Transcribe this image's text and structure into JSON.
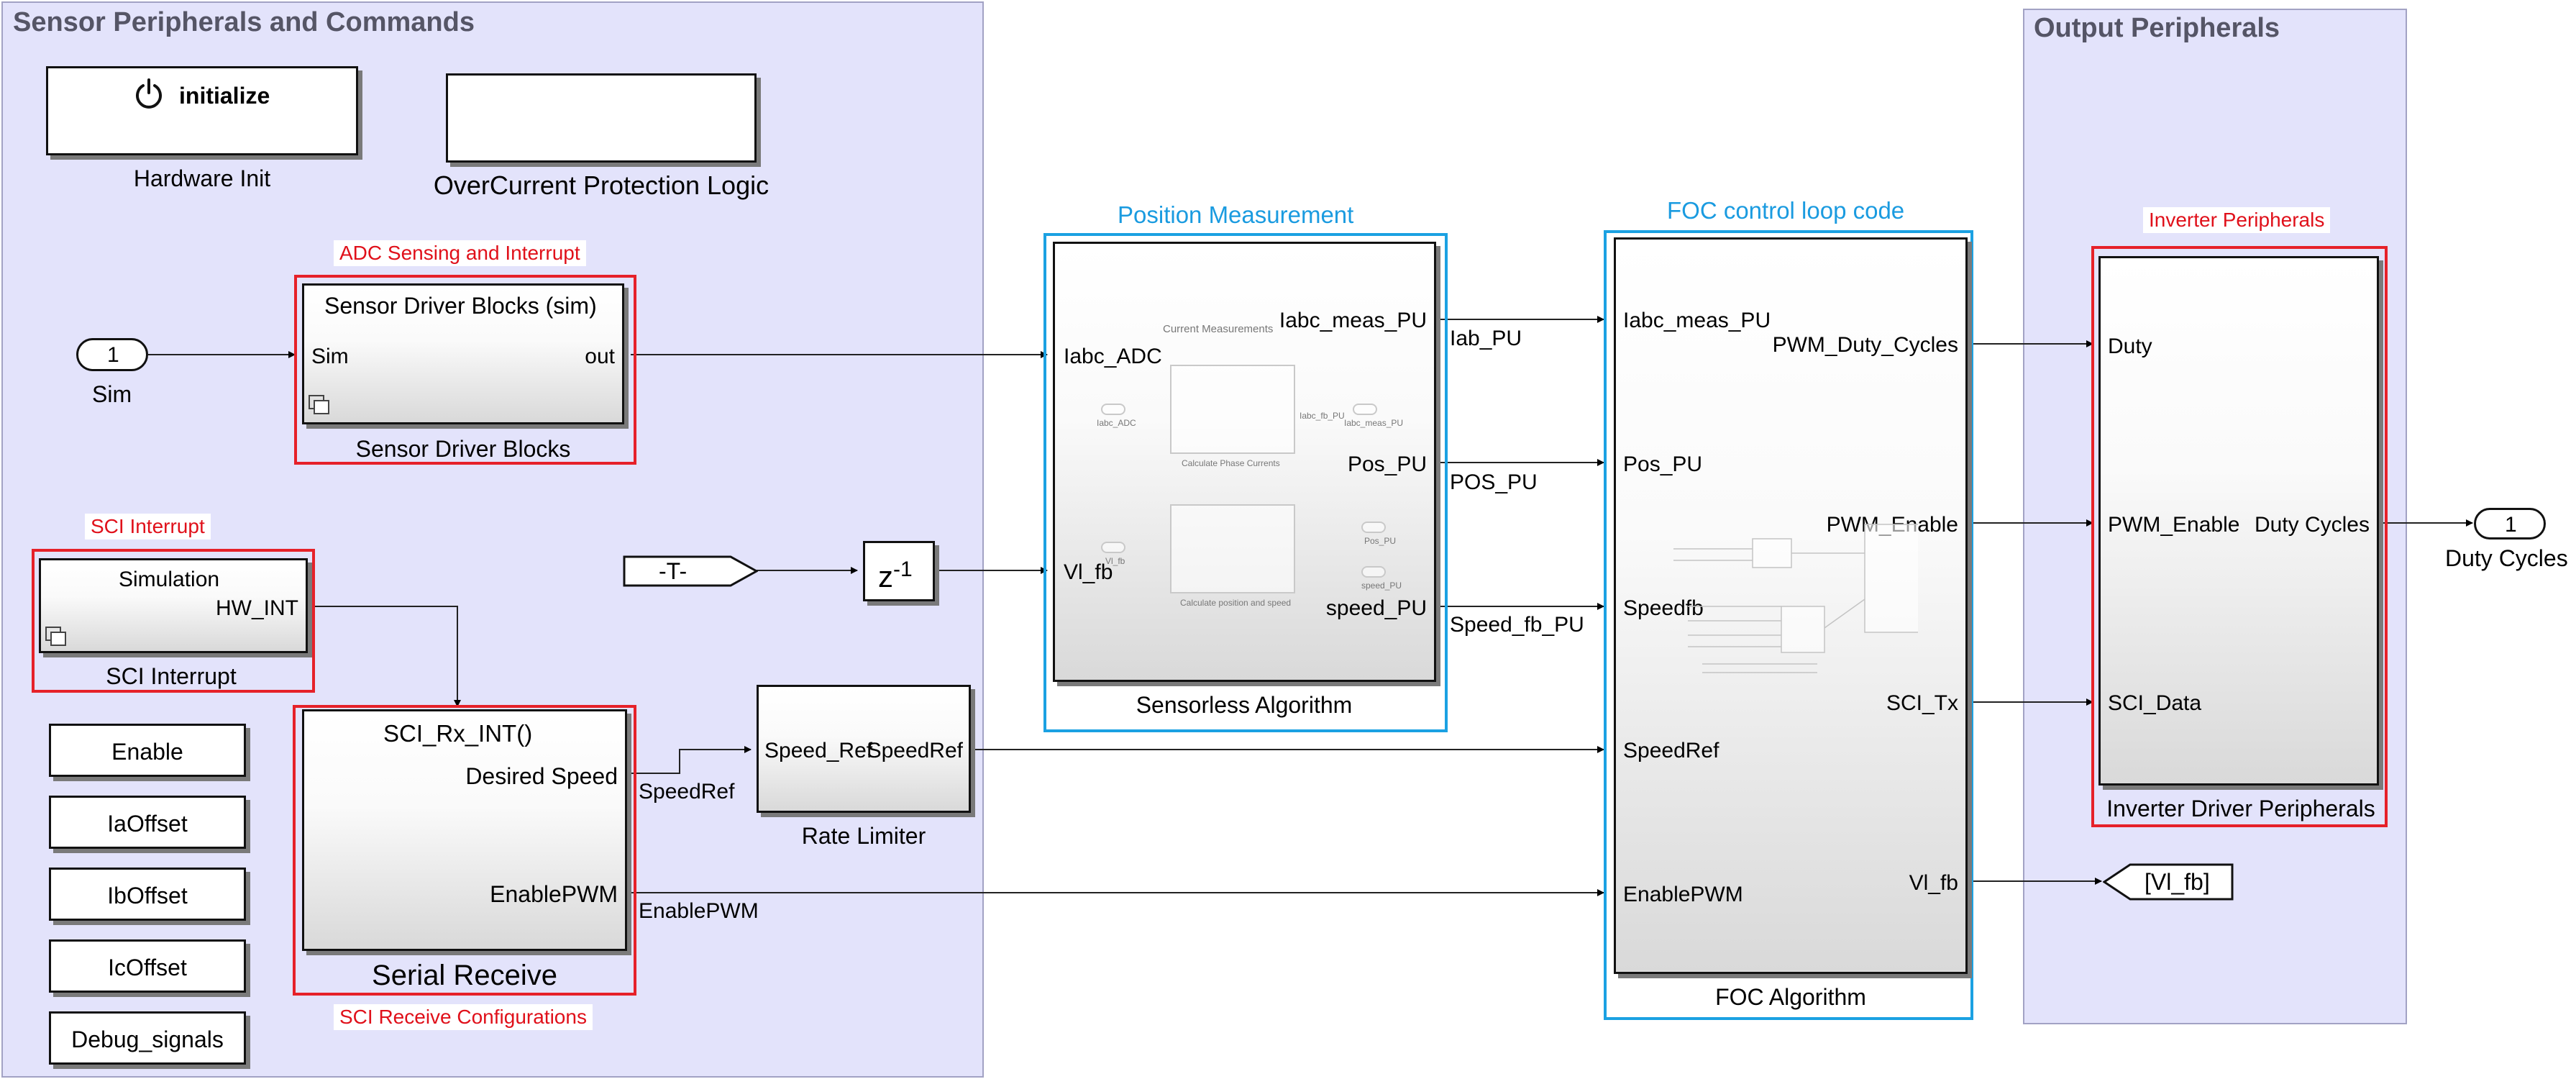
{
  "areas": {
    "sensor": {
      "title": "Sensor Peripherals and Commands"
    },
    "output": {
      "title": "Output Peripherals"
    }
  },
  "blocks": {
    "hardware_init": {
      "button_text": "initialize",
      "label": "Hardware Init",
      "icon": "power-icon"
    },
    "overcurrent": {
      "label": "OverCurrent Protection Logic"
    },
    "sim_inport": {
      "port_number": "1",
      "label": "Sim"
    },
    "sensor_driver": {
      "title": "Sensor Driver Blocks (sim)",
      "in_port": "Sim",
      "out_port": "out",
      "label": "Sensor Driver Blocks"
    },
    "sci_interrupt": {
      "title": "Simulation",
      "out_port": "HW_INT",
      "label": "SCI Interrupt"
    },
    "data_stores": [
      "Enable",
      "IaOffset",
      "IbOffset",
      "IcOffset",
      "Debug_signals"
    ],
    "serial_receive": {
      "title": "SCI_Rx_INT()",
      "out_desired": "Desired Speed",
      "out_enable": "EnablePWM",
      "label": "Serial Receive"
    },
    "from_tag": {
      "text": "-T-"
    },
    "unit_delay": {
      "text": "z",
      "sup": "-1"
    },
    "rate_limiter": {
      "in_port": "Speed_Ref",
      "out_port": "SpeedRef",
      "label": "Rate Limiter"
    },
    "sensorless": {
      "in_iabc": "Iabc_ADC",
      "in_vl": "Vl_fb",
      "out_iabc": "Iabc_meas_PU",
      "out_pos": "Pos_PU",
      "out_speed": "speed_PU",
      "label": "Sensorless Algorithm",
      "inner": {
        "current_title": "Current Measurements",
        "iabc_port": "Iabc_ADC",
        "iabc_out": "Iabc_fb_PU",
        "iabc_meas": "Iabc_meas_PU",
        "current_caption": "Calculate Phase Currents",
        "vl_port": "Vl_fb",
        "pos_out": "Pos_PU",
        "speed_out": "speed_PU",
        "pos_caption": "Calculate position and speed"
      }
    },
    "foc": {
      "in_iabc": "Iabc_meas_PU",
      "in_pos": "Pos_PU",
      "in_speedfb": "Speedfb",
      "in_speedref": "SpeedRef",
      "in_enable": "EnablePWM",
      "out_duty": "PWM_Duty_Cycles",
      "out_enable": "PWM_Enable",
      "out_sci": "SCI_Tx",
      "out_vl": "Vl_fb",
      "label": "FOC Algorithm"
    },
    "inverter": {
      "in_duty": "Duty",
      "in_enable": "PWM_Enable",
      "in_sci": "SCI_Data",
      "out": "Duty Cycles",
      "label": "Inverter Driver Peripherals"
    },
    "outport": {
      "port_number": "1",
      "label": "Duty Cycles"
    },
    "goto_vl": {
      "text": "[Vl_fb]"
    }
  },
  "highlights": {
    "adc": "ADC Sensing and Interrupt",
    "sci_interrupt": "SCI Interrupt",
    "sci_receive": "SCI Receive Configurations",
    "inverter": "Inverter Peripherals",
    "position": "Position Measurement",
    "foc": "FOC control loop code"
  },
  "signals": {
    "iab": "Iab_PU",
    "pos": "POS_PU",
    "speed_fb": "Speed_fb_PU",
    "speed_ref": "SpeedRef",
    "enable_pwm": "EnablePWM"
  },
  "colors": {
    "area_fill": "#e3e3fb",
    "highlight_red": "#e62129",
    "highlight_blue": "#1ba1e2"
  }
}
